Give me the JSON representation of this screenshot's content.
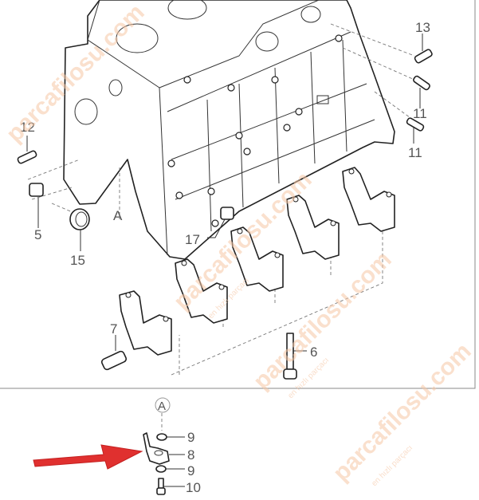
{
  "diagram": {
    "callouts": {
      "c13": "13",
      "c11a": "11",
      "c11b": "11",
      "c12": "12",
      "c5": "5",
      "c15": "15",
      "c17": "17",
      "cA": "A",
      "c6": "6",
      "c7": "7",
      "cA2": "A",
      "c9a": "9",
      "c8": "8",
      "c9b": "9",
      "c10": "10"
    },
    "watermark": {
      "brand": "parcafilosu.com",
      "tagline": "en hızlı parçacı"
    },
    "arrow_color": "#e0302f",
    "watermark_color": "#f6c7a6"
  }
}
